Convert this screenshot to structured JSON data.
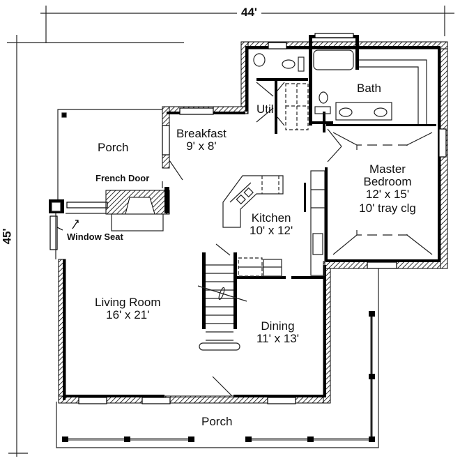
{
  "plan": {
    "overall_width": "44'",
    "overall_depth": "45'",
    "colors": {
      "wall": "#000000",
      "line": "#222222",
      "background": "#ffffff"
    }
  },
  "rooms": {
    "porch_side": {
      "name": "Porch"
    },
    "breakfast": {
      "name": "Breakfast",
      "dims": "9' x 8'"
    },
    "util": {
      "name": "Util."
    },
    "bath": {
      "name": "Bath"
    },
    "master": {
      "name": "Master",
      "name2": "Bedroom",
      "dims": "12' x 15'",
      "note": "10' tray clg"
    },
    "kitchen": {
      "name": "Kitchen",
      "dims": "10' x 12'"
    },
    "living": {
      "name": "Living Room",
      "dims": "16' x 21'"
    },
    "dining": {
      "name": "Dining",
      "dims": "11' x 13'"
    },
    "porch_front": {
      "name": "Porch"
    }
  },
  "notes": {
    "french_door": "French Door",
    "window_seat": "Window Seat"
  }
}
